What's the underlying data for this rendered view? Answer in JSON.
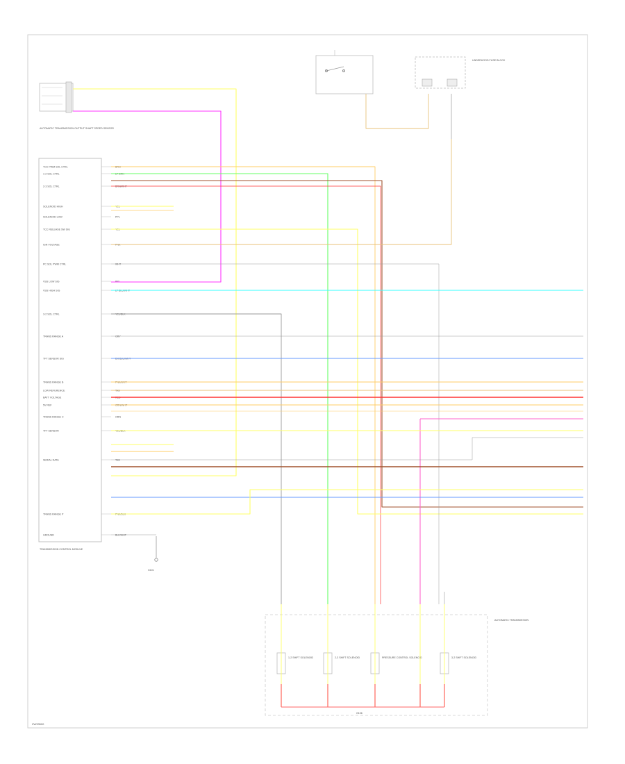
{
  "figure_id": "ZW33500",
  "colors": {
    "yellow": "#ffff66",
    "magenta": "#ff33ff",
    "green": "#66ff66",
    "brown": "#a0522d",
    "cyan": "#33ffff",
    "blue": "#6699ff",
    "orange": "#ffcc66",
    "red": "#ff3333",
    "pink": "#ff66cc",
    "gray": "#9a9a9a",
    "tan": "#e8c27a"
  },
  "components": {
    "speed_sensor": "AUTOMATIC TRANSMISSION OUTPUT SHAFT SPEED SENSOR",
    "control_module": "TRANSMISSION CONTROL MODULE",
    "ground_label": "G101",
    "fuse_block": "UNDERHOOD FUSE BLOCK",
    "sensor_box": "AUTOMATIC TRANSMISSION",
    "solenoid_1": "1-2 SHIFT SOLENOID",
    "solenoid_2": "2-3 SHIFT SOLENOID",
    "solenoid_3": "PRESSURE CONTROL SOLENOID",
    "solenoid_4": "3-2 SHIFT SOLENOID",
    "bottom_ground": "G106"
  },
  "tcm_pins": [
    {
      "label": "TCC PWM SOL CTRL",
      "color_code": "BRN"
    },
    {
      "label": "1-2 SOL CTRL",
      "color_code": "LT GRN"
    },
    {
      "label": "2-3 SOL CTRL",
      "color_code": "BRN/WHT"
    },
    {
      "label": "SOLENOID HIGH",
      "color_code": "YEL"
    },
    {
      "label": "SOLENOID LOW",
      "color_code": "PPL"
    },
    {
      "label": "TCC RELEASE SW SIG",
      "color_code": "YEL"
    },
    {
      "label": "IGN VOLTAGE",
      "color_code": "PNK"
    },
    {
      "label": "PC SOL PWM CTRL",
      "color_code": "WHT"
    },
    {
      "label": "VSS LOW SIG",
      "color_code": "PPL"
    },
    {
      "label": "VSS HIGH SIG",
      "color_code": "LT BLU/WHT"
    },
    {
      "label": "3-2 SOL CTRL",
      "color_code": "YEL/BLK"
    },
    {
      "label": "TRANS RANGE A",
      "color_code": "GRY"
    },
    {
      "label": "TFT SENSOR SIG",
      "color_code": "DK BLU/WHT"
    },
    {
      "label": "TRANS RANGE B",
      "color_code": "PNK/WHT"
    },
    {
      "label": "LOW REFERENCE",
      "color_code": "TAN"
    },
    {
      "label": "BATT VOLTAGE",
      "color_code": "RED"
    },
    {
      "label": "5V REF",
      "color_code": "ORN/WHT"
    },
    {
      "label": "TRANS RANGE C",
      "color_code": "ORN"
    },
    {
      "label": "TFT SENSOR",
      "color_code": "YEL/BLK"
    },
    {
      "label": "SERIAL DATA",
      "color_code": "TAN"
    },
    {
      "label": "TRANS RANGE P",
      "color_code": "PNK/BLK"
    },
    {
      "label": "GROUND",
      "color_code": "BLK/WHT"
    }
  ]
}
